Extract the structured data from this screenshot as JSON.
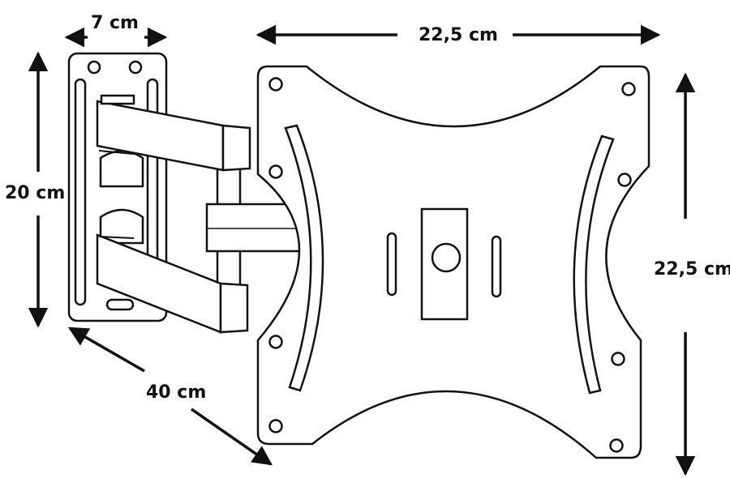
{
  "dimensions": {
    "wall_plate_width": "7 cm",
    "panel_width": "22,5 cm",
    "wall_plate_height": "20 cm",
    "panel_height": "22,5 cm",
    "arm_extension": "40 cm"
  },
  "colors": {
    "line": "#111111",
    "background": "#ffffff"
  }
}
